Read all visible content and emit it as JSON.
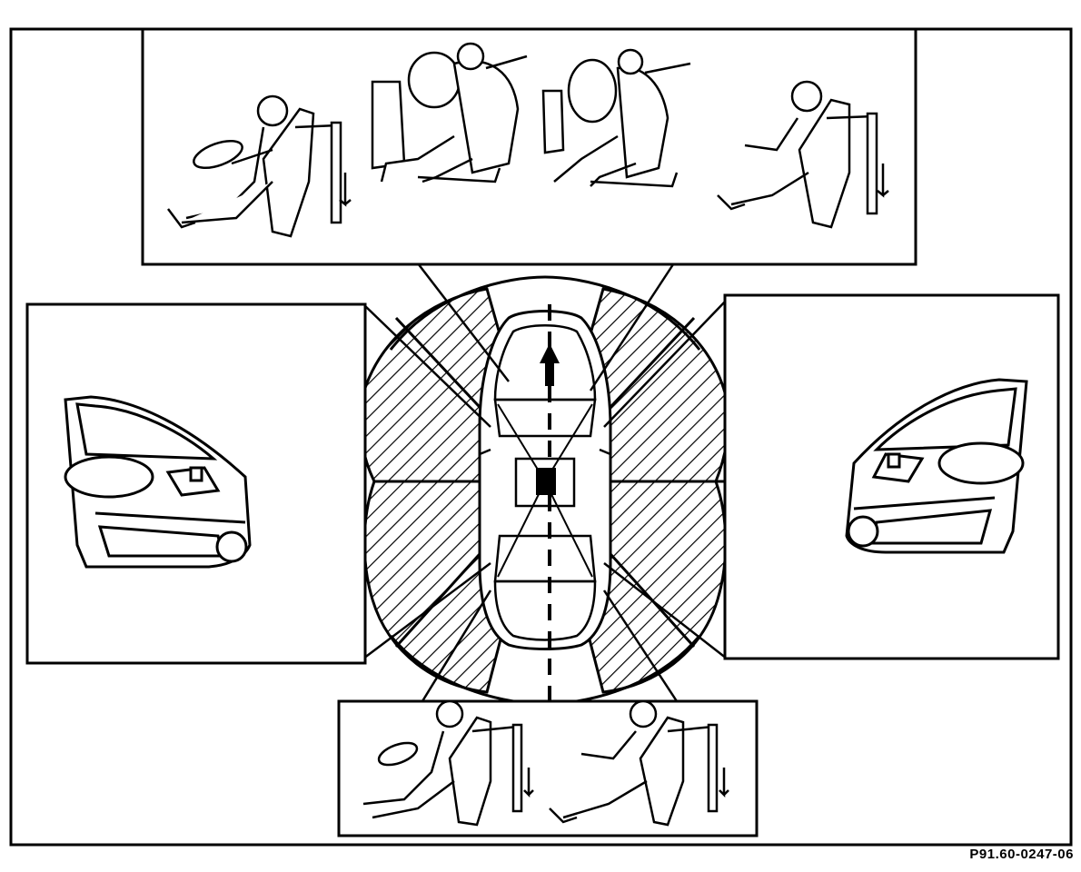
{
  "figure": {
    "reference_code": "P91.60-0247-06",
    "ink_color": "#000000",
    "background_color": "#ffffff"
  },
  "panels": {
    "frontal_impact": "front-impact-occupant-panel",
    "left_side_impact": "left-door-sidebag-panel",
    "right_side_impact": "right-door-sidebag-panel",
    "rear_impact": "rear-impact-occupant-panel"
  }
}
